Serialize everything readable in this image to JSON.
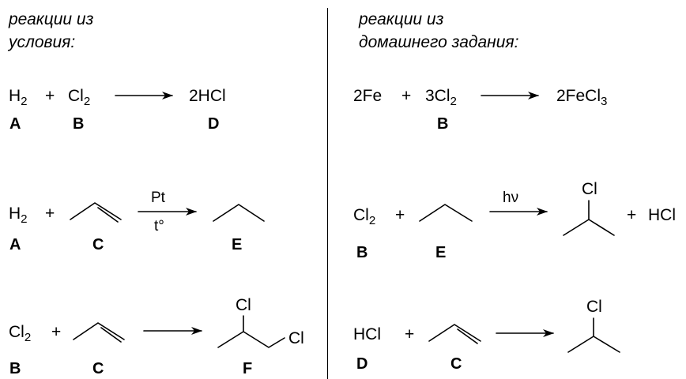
{
  "headers": {
    "left": [
      "реакции из",
      "условия:"
    ],
    "right": [
      "реакции из",
      "домашнего задания:"
    ]
  },
  "reactions": {
    "r1": {
      "h2": "H",
      "h2_sub": "2",
      "plus": "+",
      "cl2": "Cl",
      "cl2_sub": "2",
      "product": "2HCl",
      "labels": [
        "A",
        "B",
        "D"
      ]
    },
    "r2": {
      "h2": "H",
      "h2_sub": "2",
      "plus": "+",
      "cond_top": "Pt",
      "cond_bottom": "t°",
      "labels": [
        "A",
        "C",
        "E"
      ]
    },
    "r3": {
      "cl2": "Cl",
      "cl2_sub": "2",
      "plus": "+",
      "cl_top": "Cl",
      "cl_side": "Cl",
      "labels": [
        "B",
        "C",
        "F"
      ]
    },
    "r4": {
      "fe": "2Fe",
      "plus": "+",
      "cl2": "3Cl",
      "cl2_sub": "2",
      "product": "2FeCl",
      "product_sub": "3",
      "labels": [
        "B"
      ]
    },
    "r5": {
      "cl2": "Cl",
      "cl2_sub": "2",
      "plus": "+",
      "cond_top": "hν",
      "cl_top": "Cl",
      "plus2": "+",
      "hcl": "HCl",
      "labels": [
        "B",
        "E"
      ]
    },
    "r6": {
      "hcl": "HCl",
      "plus": "+",
      "cl_top": "Cl",
      "labels": [
        "D",
        "C"
      ]
    }
  }
}
